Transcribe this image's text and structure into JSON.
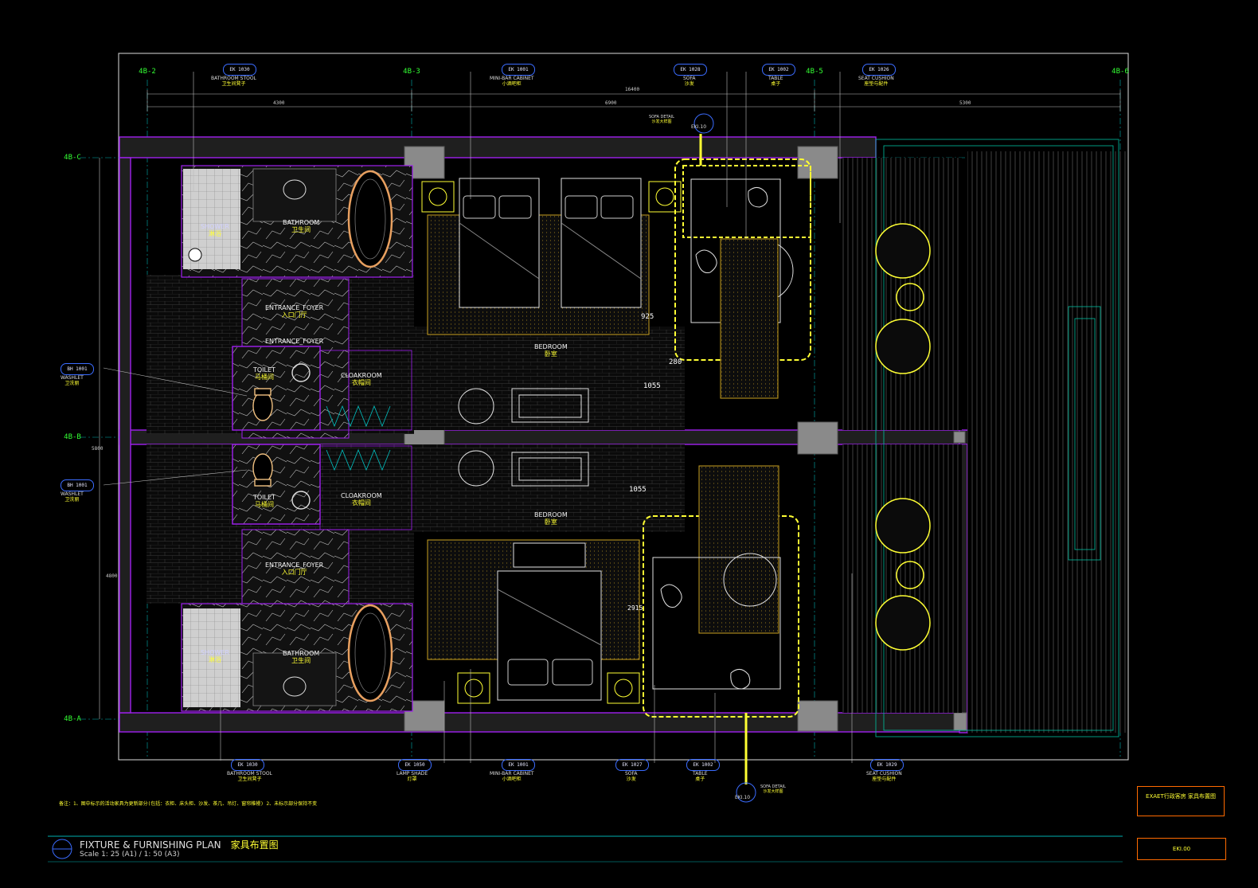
{
  "drawing": {
    "title_en": "FIXTURE & FURNISHING PLAN",
    "title_zh": "家具布置图",
    "scale": "Scale 1: 25 (A1) / 1: 50 (A3)",
    "notes": "备注：1、图中标示的活动家具为更新部分(包括：衣柜、床头柜、沙发、茶几、吊灯、窗帘帷幔)  2、未标示部分保持不变",
    "title_block_name": "EXAET行政客房 家具布置图",
    "sheet_no": "EKI.00"
  },
  "grid": {
    "columns": [
      "4B-2",
      "4B-3",
      "4B-5",
      "4B-6"
    ],
    "rows": [
      "4B-C",
      "4B-B",
      "4B-A"
    ]
  },
  "rooms": {
    "bathroom": {
      "en": "BATHROOM",
      "zh": "卫生间"
    },
    "shower": {
      "en": "SHOWER",
      "zh": "淋浴"
    },
    "entrance": {
      "en": "ENTRANCE_FOYER",
      "zh": "入口门厅"
    },
    "toilet": {
      "en": "TOILET",
      "zh": "马桶间"
    },
    "cloakroom": {
      "en": "CLOAKROOM",
      "zh": "衣帽间"
    },
    "bedroom": {
      "en": "BEDROOM",
      "zh": "卧室"
    }
  },
  "tags": {
    "t1030": {
      "code": "EK 1030",
      "en": "BATHROOM STOOL",
      "zh": "卫生间凳子"
    },
    "t1001": {
      "code": "EK 1001",
      "en": "MINI-BAR CABINET",
      "zh": "小酒吧柜"
    },
    "t1028": {
      "code": "EK 1028",
      "en": "SOFA",
      "zh": "沙发"
    },
    "t1002": {
      "code": "EK 1002",
      "en": "TABLE",
      "zh": "桌子"
    },
    "t1026": {
      "code": "EK 1026",
      "en": "SEAT CUSHION",
      "zh": "座垫与配件"
    },
    "tbh": {
      "code": "BH 1001",
      "en": "WASHLET",
      "zh": "卫洗丽"
    },
    "t1050": {
      "code": "EK 1050",
      "en": "LAMP SHADE",
      "zh": "灯罩"
    },
    "t1027": {
      "code": "EK 1027",
      "en": "SOFA",
      "zh": "沙发"
    },
    "t1029": {
      "code": "EK 1029",
      "en": "SEAT CUSHION",
      "zh": "座垫与配件"
    },
    "detail": {
      "code": "EKI.10",
      "en": "SOFA DETAIL",
      "zh": "沙发大样图"
    }
  },
  "dimensions": {
    "total": "16400",
    "span1": "4300",
    "span2": "6900",
    "span3": "5300",
    "d1055": "1055",
    "d280": "280",
    "d925": "925",
    "d2915": "2915",
    "d5800": "5800",
    "d4800": "4800"
  },
  "colors": {
    "background": "#000000",
    "wall": "#a020f0",
    "furniture": "#ffff33",
    "grid": "#33ff33",
    "axis": "#00b0b0",
    "title_block": "#ff6a00"
  }
}
